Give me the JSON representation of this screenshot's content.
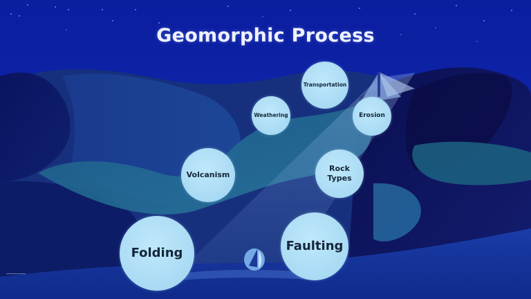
{
  "slide": {
    "title": "Geomorphic Process",
    "topics": [
      {
        "id": "transportation",
        "lines": [
          "Transportation"
        ]
      },
      {
        "id": "weathering",
        "lines": [
          "Weathering"
        ]
      },
      {
        "id": "erosion",
        "lines": [
          "Erosion"
        ]
      },
      {
        "id": "volcanism",
        "lines": [
          "Volcanism"
        ]
      },
      {
        "id": "rock-types",
        "lines": [
          "Rock",
          "Types"
        ]
      },
      {
        "id": "folding",
        "lines": [
          "Folding"
        ]
      },
      {
        "id": "faulting",
        "lines": [
          "Faulting"
        ]
      }
    ]
  },
  "colors": {
    "sky": "#0b1ea0",
    "bubble_fill": "#acdcf5",
    "bubble_text": "#14263a",
    "title_text": "#eef2ff",
    "dune_dark": "#0c1560",
    "dune_mid": "#1a3c8c",
    "river_teal": "#1f6a8a"
  }
}
